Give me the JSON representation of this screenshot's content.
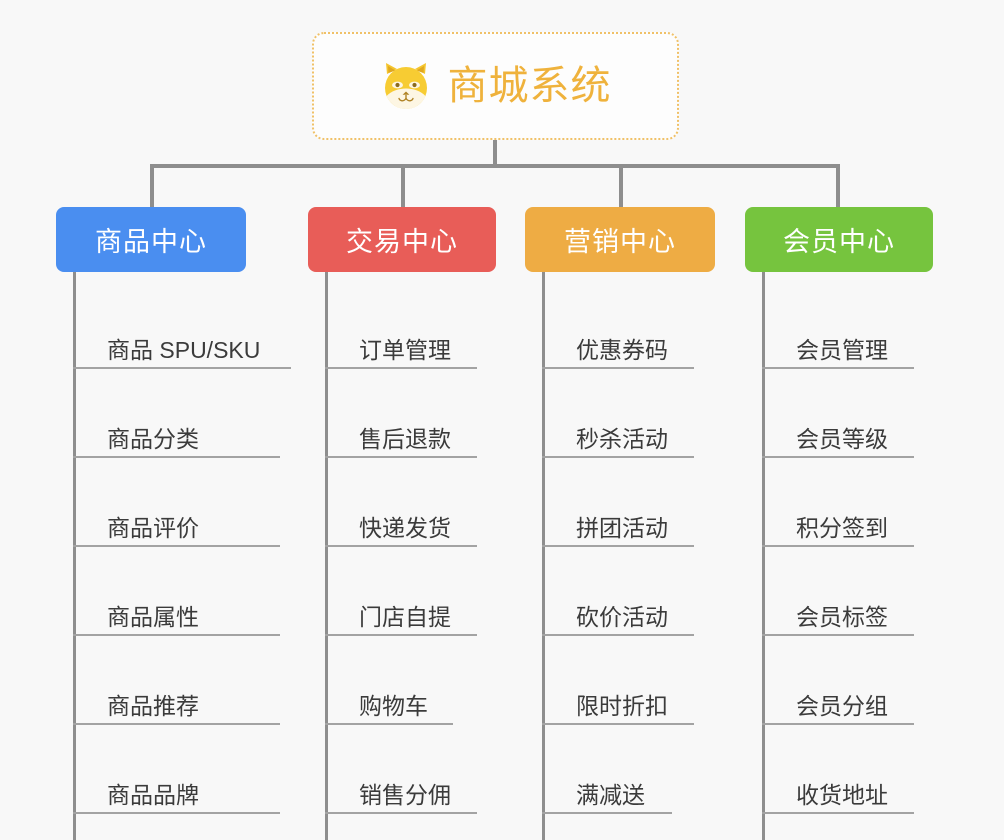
{
  "root": {
    "title": "商城系统",
    "icon": "shiba-dog-face-icon",
    "border_color": "#f0c168",
    "text_color": "#efb23c",
    "background": "#fdfdfd"
  },
  "canvas": {
    "background": "#f8f8f8",
    "connector_color": "#8e8e8e",
    "rule_color": "#a3a3a3",
    "item_text_color": "#3b3b3b"
  },
  "columns": [
    {
      "id": "product-center",
      "label": "商品中心",
      "color": "#4a8ef0",
      "items": [
        "商品 SPU/SKU",
        "商品分类",
        "商品评价",
        "商品属性",
        "商品推荐",
        "商品品牌"
      ]
    },
    {
      "id": "trade-center",
      "label": "交易中心",
      "color": "#e85d58",
      "items": [
        "订单管理",
        "售后退款",
        "快递发货",
        "门店自提",
        "购物车",
        "销售分佣"
      ]
    },
    {
      "id": "marketing-center",
      "label": "营销中心",
      "color": "#eeac44",
      "items": [
        "优惠券码",
        "秒杀活动",
        "拼团活动",
        "砍价活动",
        "限时折扣",
        "满减送"
      ]
    },
    {
      "id": "member-center",
      "label": "会员中心",
      "color": "#76c43e",
      "items": [
        "会员管理",
        "会员等级",
        "积分签到",
        "会员标签",
        "会员分组",
        "收货地址"
      ]
    }
  ]
}
